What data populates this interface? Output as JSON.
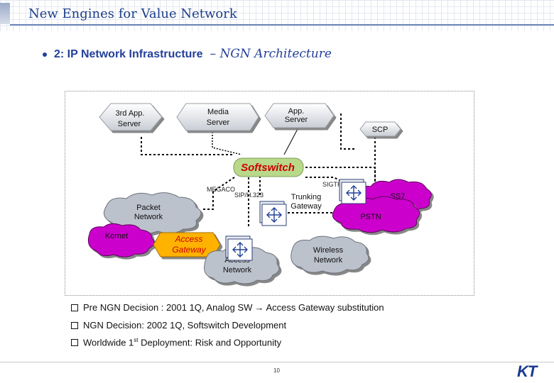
{
  "header": {
    "title": "New Engines for Value Network"
  },
  "subtitle": {
    "main": "2: IP Network Infrastructure",
    "extra": "– NGN Architecture"
  },
  "diagram": {
    "third_app_server": [
      "3rd App.",
      "Server"
    ],
    "media_server": [
      "Media",
      "Server"
    ],
    "app_server": [
      "App.",
      "Server"
    ],
    "scp": "SCP",
    "softswitch": "Softswitch",
    "megaco": "MEGACO",
    "sip": "SIP/H.323",
    "sigtran": "SIGTRAN",
    "ss7": "SS7",
    "trunking_gateway": [
      "Trunking",
      "Gateway"
    ],
    "pstn": "PSTN",
    "packet_network": [
      "Packet",
      "Network"
    ],
    "kornet": "Kornet",
    "access_gateway": [
      "Access",
      "Gateway"
    ],
    "access_network": [
      "Access",
      "Network"
    ],
    "wireless_network": [
      "Wireless",
      "Network"
    ]
  },
  "notes": {
    "n1": {
      "prefix": "Pre NGN Decision : 2001 1Q, Analog SW",
      "arrow": "→",
      "suffix": "Access Gateway substitution"
    },
    "n2": "NGN Decision: 2002 1Q, Softswitch Development",
    "n3": {
      "a": "Worldwide 1",
      "sup": "st",
      "b": " Deployment: Risk and Opportunity"
    }
  },
  "footer": {
    "page": "10",
    "logo": "KT"
  },
  "colors": {
    "title_blue": "#1d3f8a",
    "cloud_gray": "#bcc2cc",
    "cloud_purple": "#cc00cc",
    "softswitch_green": "#b8d88a",
    "softswitch_text": "#cc0000",
    "access_gateway_fill": "#ffb300"
  }
}
